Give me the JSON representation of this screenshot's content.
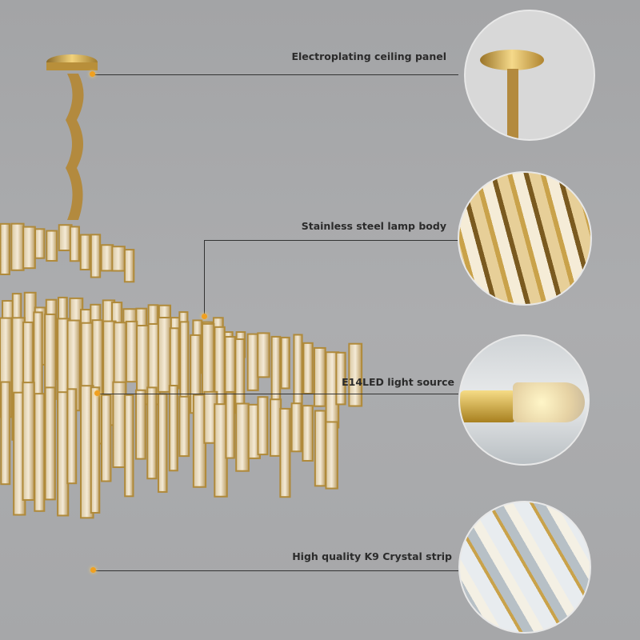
{
  "callouts": [
    {
      "label": "Electroplating ceiling panel",
      "detail_icon": "ceiling-panel-closeup"
    },
    {
      "label": "Stainless steel lamp body",
      "detail_icon": "lamp-body-closeup"
    },
    {
      "label": "E14LED light source",
      "detail_icon": "bulb-closeup"
    },
    {
      "label": "High quality K9 Crystal strip",
      "detail_icon": "crystal-strip-closeup"
    }
  ],
  "colors": {
    "background": "#a8a9ab",
    "gold": "#c9a24a",
    "marker": "#f0a020",
    "text": "#2b2b2b"
  }
}
